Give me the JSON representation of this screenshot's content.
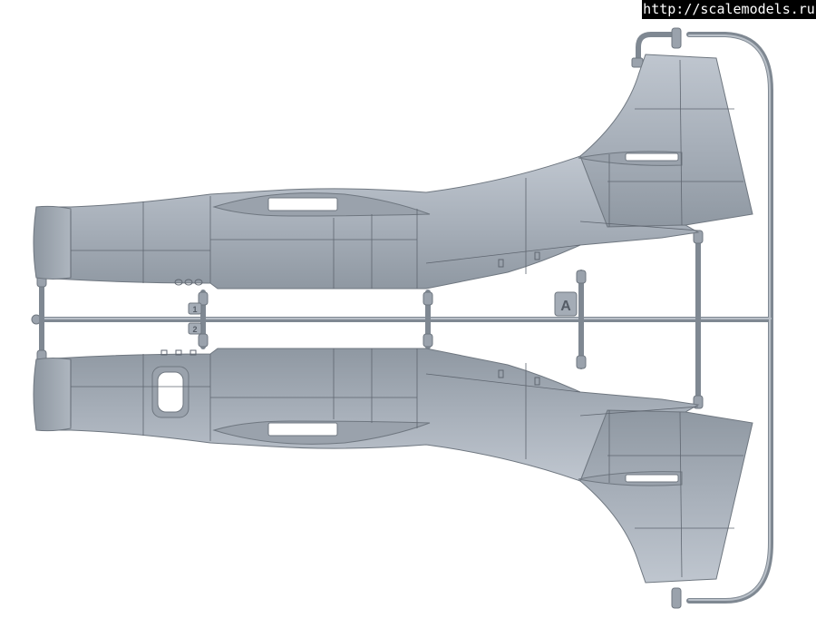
{
  "watermark": {
    "text": "http://scalemodels.ru"
  },
  "sprue": {
    "letter": "A",
    "part_numbers": [
      "1",
      "2"
    ]
  },
  "colors": {
    "plastic": "#a9b1bb",
    "plastic_dark": "#7f8892",
    "panel_line": "#5f6670",
    "background": "#ffffff"
  }
}
